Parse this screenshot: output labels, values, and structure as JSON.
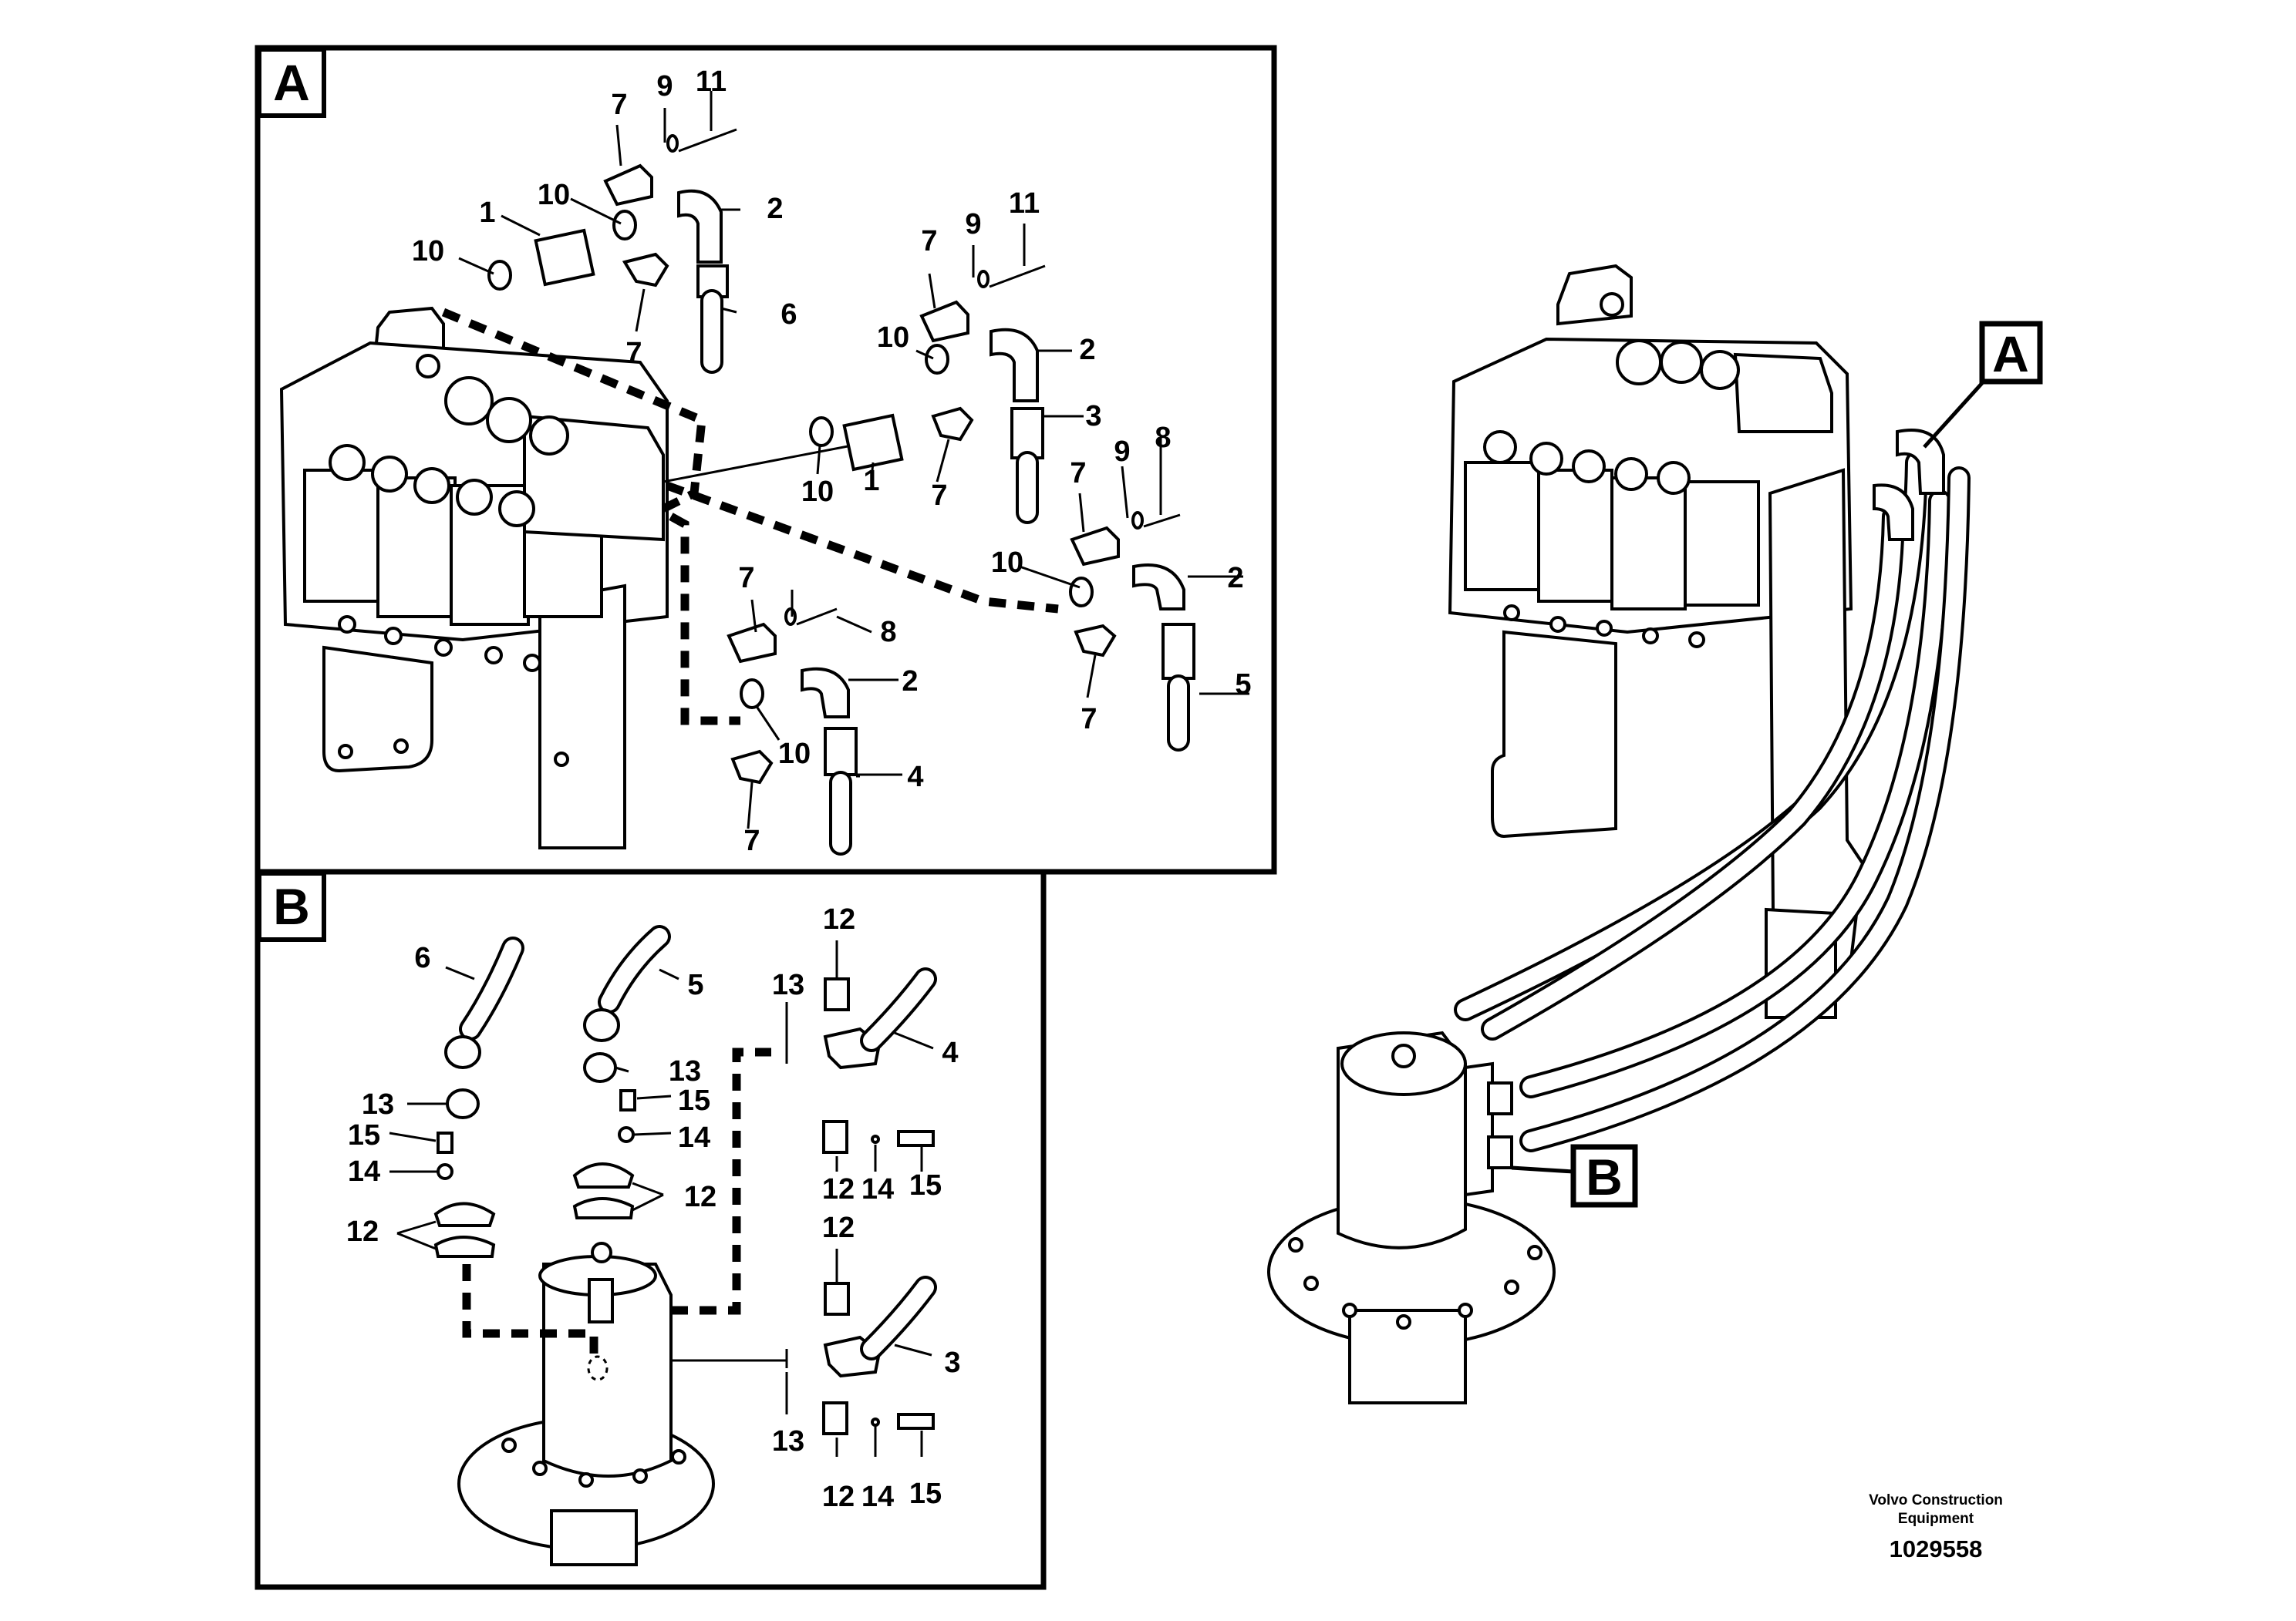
{
  "sections": {
    "a": {
      "label": "A"
    },
    "b": {
      "label": "B"
    }
  },
  "overview": {
    "label_a": "A",
    "label_b": "B"
  },
  "callouts_a": [
    "7",
    "9",
    "11",
    "1",
    "10",
    "2",
    "10",
    "6",
    "7",
    "7",
    "9",
    "11",
    "10",
    "2",
    "3",
    "10",
    "1",
    "7",
    "7",
    "9",
    "8",
    "10",
    "2",
    "7",
    "8",
    "2",
    "5",
    "7",
    "4",
    "10",
    "7"
  ],
  "callouts_b": [
    "6",
    "5",
    "13",
    "12",
    "13",
    "4",
    "13",
    "15",
    "14",
    "15",
    "12",
    "14",
    "12",
    "12",
    "14",
    "15",
    "12",
    "3",
    "13",
    "12",
    "14",
    "15"
  ],
  "footer": {
    "company": "Volvo Construction",
    "company_2": "Equipment",
    "doc_number": "1029558"
  }
}
